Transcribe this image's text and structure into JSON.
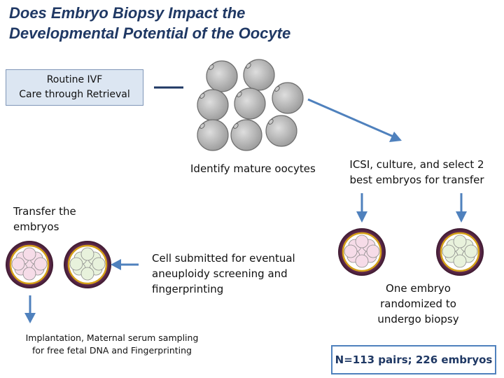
{
  "title": {
    "line1": "Does Embryo Biopsy Impact the",
    "line2": "Developmental Potential of the Oocyte"
  },
  "ivf_box": {
    "line1": "Routine IVF",
    "line2": "Care through Retrieval"
  },
  "identify_label": "Identify mature oocytes",
  "icsi_label": {
    "line1": "ICSI, culture, and select 2",
    "line2": "best embryos for transfer"
  },
  "transfer_label": {
    "line1": "Transfer the",
    "line2": "embryos"
  },
  "cell_submitted": {
    "line1": "Cell submitted for eventual",
    "line2": "aneuploidy screening  and",
    "line3": "fingerprinting"
  },
  "randomized_label": {
    "line1": "One embryo",
    "line2": "randomized to",
    "line3": "undergo biopsy"
  },
  "implantation_label": {
    "line1": "Implantation, Maternal serum sampling",
    "line2": "for free fetal DNA and Fingerprinting"
  },
  "n_box": "N=113 pairs; 226 embryos",
  "colors": {
    "title": "#1f3864",
    "arrow": "#4f81bd",
    "arrow_dark": "#1f3864",
    "oocyte_fill": "#b0b0b0",
    "embryo_ring": "#5a2a4a",
    "embryo_ring_inner": "#d4a017",
    "blastomere_pink": "#f6dce8",
    "blastomere_green": "#e8f2dc"
  }
}
